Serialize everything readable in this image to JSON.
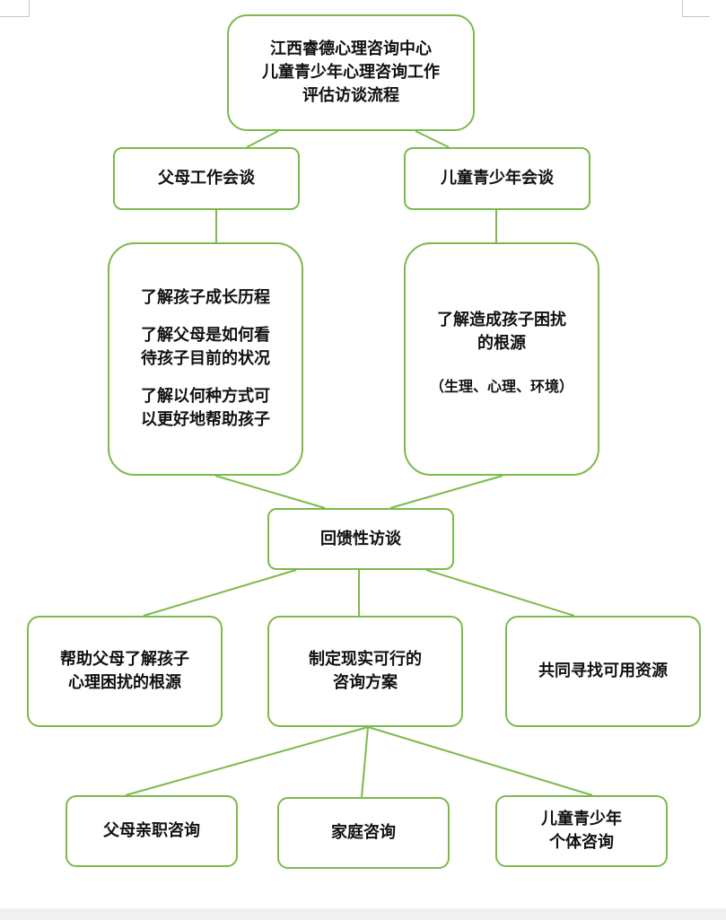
{
  "title": {
    "line1": "江西睿德心理咨询中心",
    "line2": "儿童青少年心理咨询工作",
    "line3": "评估访谈流程"
  },
  "parents_meeting": {
    "label": "父母工作会谈"
  },
  "child_meeting": {
    "label": "儿童青少年会谈"
  },
  "parents_detail": {
    "item1": "了解孩子成长历程",
    "item2_line1": "了解父母是如何看",
    "item2_line2": "待孩子目前的状况",
    "item3_line1": "了解以何种方式可",
    "item3_line2": "以更好地帮助孩子"
  },
  "child_detail": {
    "line1": "了解造成孩子困扰",
    "line2": "的根源",
    "note": "（生理、心理、环境）"
  },
  "feedback": {
    "label": "回馈性访谈"
  },
  "help_parents": {
    "line1": "帮助父母了解孩子",
    "line2": "心理困扰的根源"
  },
  "plan": {
    "line1": "制定现实可行的",
    "line2": "咨询方案"
  },
  "resources": {
    "label": "共同寻找可用资源"
  },
  "parenting": {
    "label": "父母亲职咨询"
  },
  "family": {
    "label": "家庭咨询"
  },
  "individual": {
    "line1": "儿童青少年",
    "line2": "个体咨询"
  },
  "colors": {
    "border": "#7cba4b",
    "line": "#7cba4b",
    "text": "#111111"
  }
}
